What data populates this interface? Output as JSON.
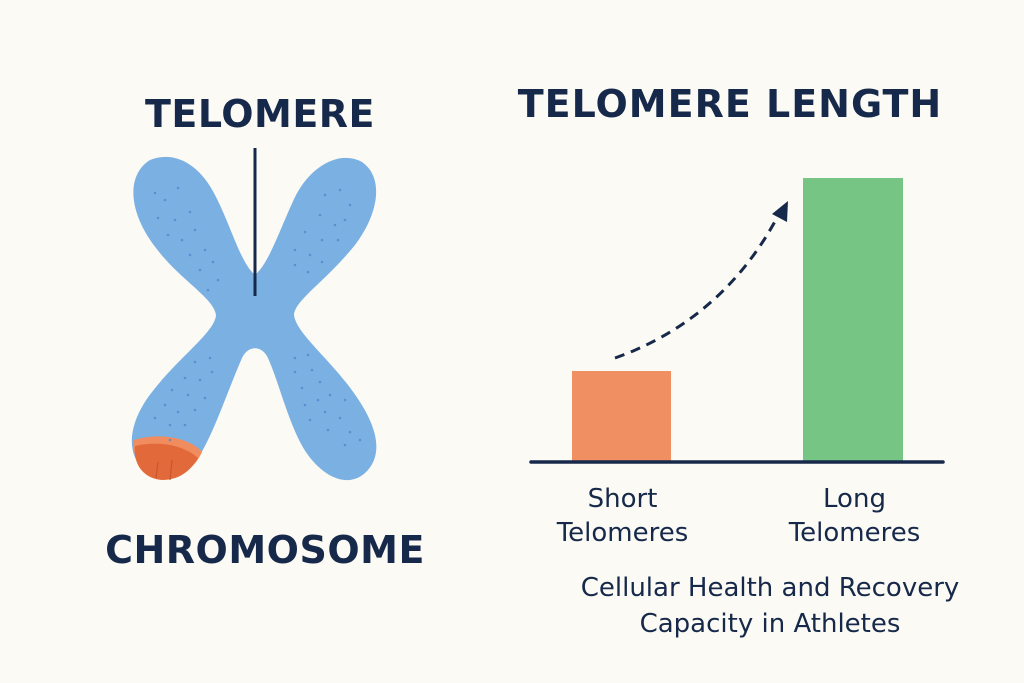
{
  "left_panel": {
    "telomere_label": "TELOMERE",
    "chromosome_label": "CHROMOSOME",
    "colors": {
      "chromosome": "#7bb0e3",
      "chromosome_dots": "#4f86c9",
      "telomere_cap": "#e2693a",
      "telomere_cap_rim": "#f08c5e",
      "pointer_line": "#17294a"
    }
  },
  "right_panel": {
    "title": "TELOMERE LENGTH",
    "bars": [
      {
        "label_line1": "Short",
        "label_line2": "Telomeres",
        "color": "#f08f61"
      },
      {
        "label_line1": "Long",
        "label_line2": "Telomeres",
        "color": "#77c584"
      }
    ],
    "caption_line1": "Cellular Health and Recovery",
    "caption_line2": "Capacity in Athletes"
  },
  "chart_data": {
    "type": "bar",
    "title": "TELOMERE LENGTH",
    "categories": [
      "Short Telomeres",
      "Long Telomeres"
    ],
    "values": [
      32,
      100
    ],
    "value_units": "relative (no axis scale shown; estimated from bar heights)",
    "colors": [
      "#f08f61",
      "#77c584"
    ],
    "annotation": "dashed curved arrow from short bar rising to long bar",
    "xlabel": "",
    "ylabel": "",
    "caption": "Cellular Health and Recovery Capacity in Athletes",
    "grid": false,
    "legend": "none"
  }
}
